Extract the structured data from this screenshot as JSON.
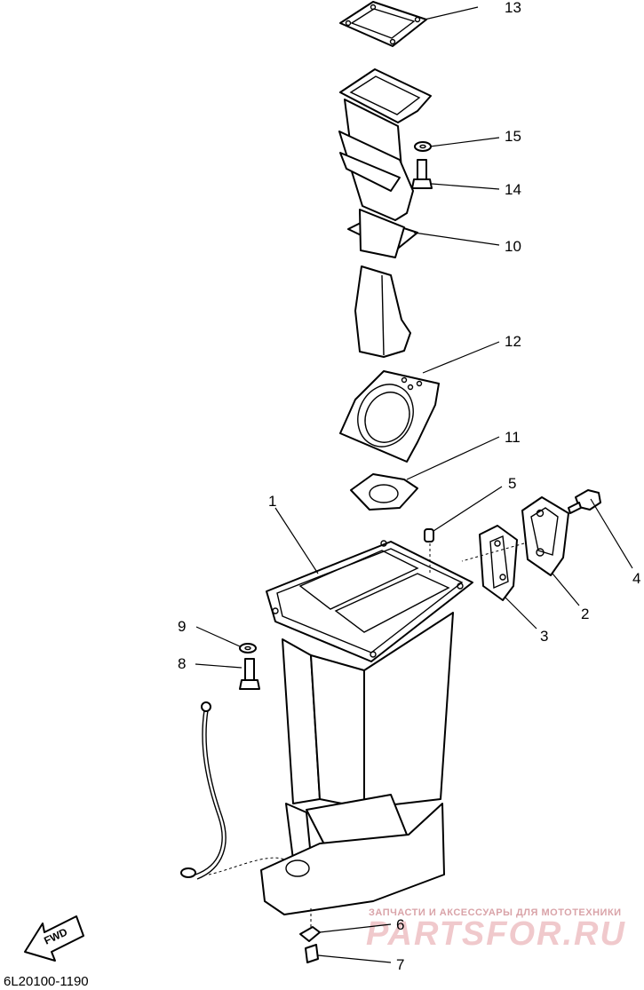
{
  "diagram": {
    "callouts": [
      {
        "id": "1",
        "label": "1"
      },
      {
        "id": "2",
        "label": "2"
      },
      {
        "id": "3",
        "label": "3"
      },
      {
        "id": "4",
        "label": "4"
      },
      {
        "id": "5",
        "label": "5"
      },
      {
        "id": "6",
        "label": "6"
      },
      {
        "id": "7",
        "label": "7"
      },
      {
        "id": "8",
        "label": "8"
      },
      {
        "id": "9",
        "label": "9"
      },
      {
        "id": "10",
        "label": "10"
      },
      {
        "id": "11",
        "label": "11"
      },
      {
        "id": "12",
        "label": "12"
      },
      {
        "id": "13",
        "label": "13"
      },
      {
        "id": "14",
        "label": "14"
      },
      {
        "id": "15",
        "label": "15"
      }
    ],
    "direction_label": "FWD",
    "drawing_code": "6L20100-1190"
  },
  "watermark": {
    "tagline": "ЗАПЧАСТИ И АКСЕССУАРЫ ДЛЯ МОТОТЕХНИКИ",
    "brand": "PARTSFOR.RU",
    "color": "#e8b4b8"
  }
}
